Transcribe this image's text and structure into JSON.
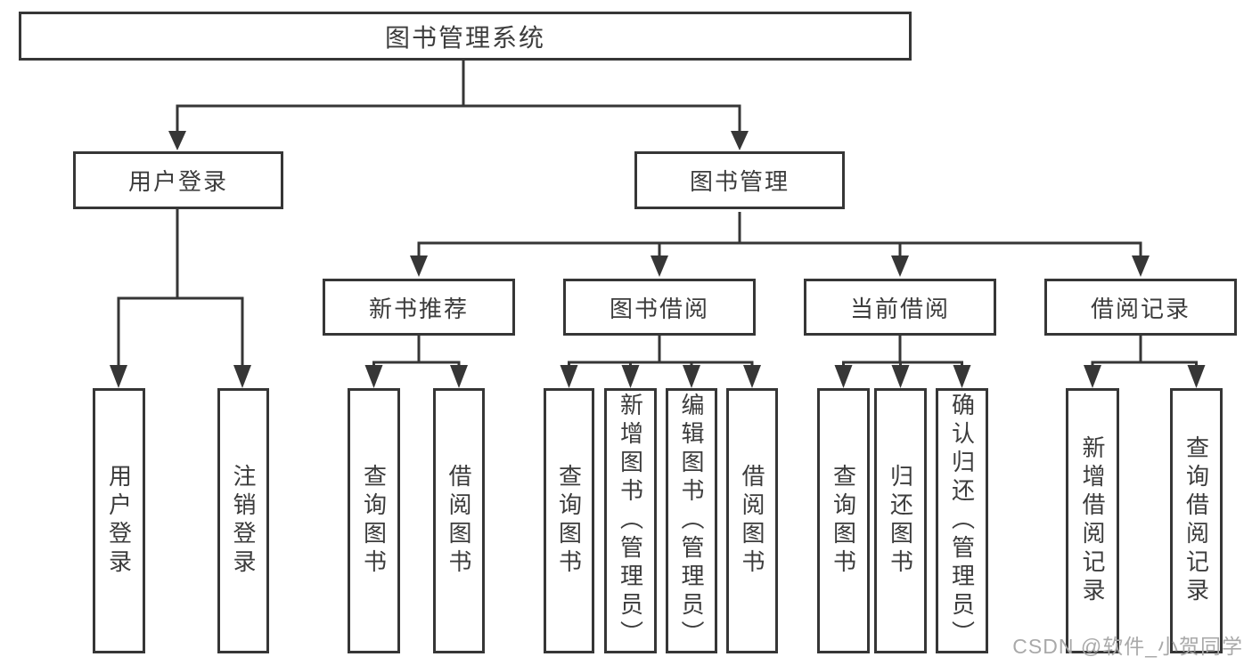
{
  "tree": {
    "label": "图书管理系统",
    "children": [
      {
        "label": "用户登录",
        "children": [
          {
            "label": "用户登录"
          },
          {
            "label": "注销登录"
          }
        ]
      },
      {
        "label": "图书管理",
        "children": [
          {
            "label": "新书推荐",
            "children": [
              {
                "label": "查询图书"
              },
              {
                "label": "借阅图书"
              }
            ]
          },
          {
            "label": "图书借阅",
            "children": [
              {
                "label": "查询图书"
              },
              {
                "label": "新增图书（管理员）"
              },
              {
                "label": "编辑图书（管理员）"
              },
              {
                "label": "借阅图书"
              }
            ]
          },
          {
            "label": "当前借阅",
            "children": [
              {
                "label": "查询图书"
              },
              {
                "label": "归还图书"
              },
              {
                "label": "确认归还（管理员）"
              }
            ]
          },
          {
            "label": "借阅记录",
            "children": [
              {
                "label": "新增借阅记录"
              },
              {
                "label": "查询借阅记录"
              }
            ]
          }
        ]
      }
    ]
  },
  "watermark": "CSDN @软件_小贺同学",
  "colors": {
    "line": "#363636",
    "text": "#3c3c3c",
    "box_background": "#ffffff",
    "page_background": "#ffffff",
    "watermark": "#a9a9a9"
  }
}
